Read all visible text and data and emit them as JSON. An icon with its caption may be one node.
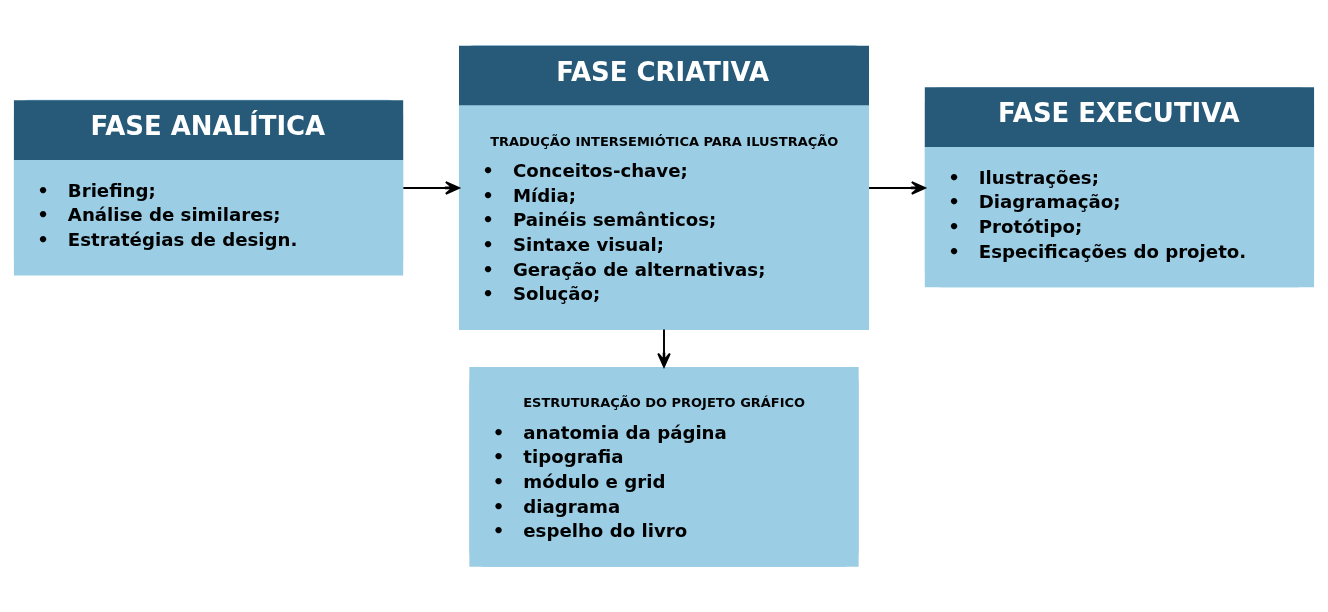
{
  "diagram": {
    "nodes": [
      {
        "text": [
          "FASE ANALÍTICA",
          "•   Briefing;",
          "•   Análise de similares;",
          "•   Estratégias de design."
        ]
      },
      {
        "text": [
          "FASE CRIATIVA",
          "TRADUÇÃO INTERSEMIÓTICA PARA ILUSTRAÇÃO",
          "•   Conceitos-chave;",
          "•   Mídia;",
          "•   Painéis semânticos;",
          "•   Sintaxe visual;",
          "•   Geração de alternativas;",
          "•   Solução;"
        ]
      },
      {
        "text": [
          "FASE EXECUTIVA",
          "•   Ilustrações;",
          "•   Diagramação;",
          "•   Protótipo;",
          "•   Especificações do projeto."
        ]
      },
      {
        "text": [
          "ESTRUTURAÇÃO DO PROJETO GRÁFICO",
          "•   anatomia da página",
          "•   tipografia",
          "•   módulo e grid",
          "•   diagrama",
          "•   espelho do livro"
        ]
      }
    ],
    "edges": [
      {
        "from": 0,
        "to": 1,
        "arrow": "to"
      },
      {
        "from": 1,
        "to": 2,
        "arrow": "to"
      },
      {
        "from": 1,
        "to": 3,
        "arrow": "to"
      }
    ]
  }
}
